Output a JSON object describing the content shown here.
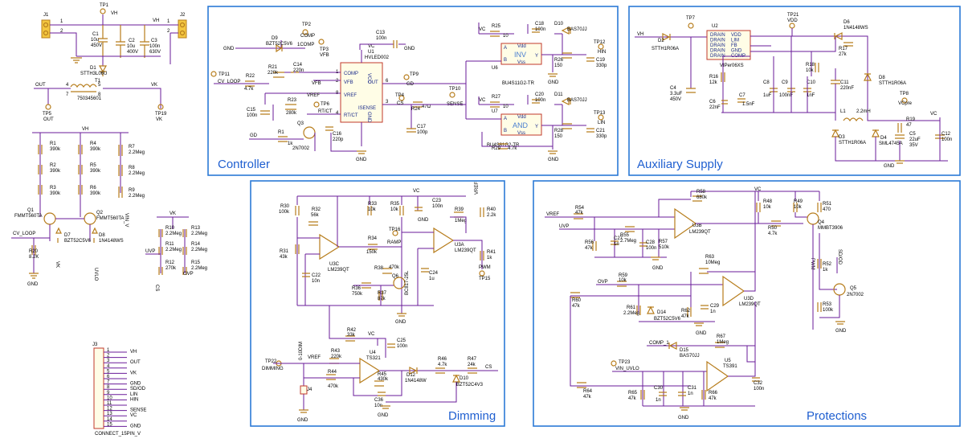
{
  "blocks": {
    "controller": "Controller",
    "auxiliary": "Auxiliary Supply",
    "dimming": "Dimming",
    "protections": "Protections"
  },
  "input_stage": {
    "tp1": "TP1",
    "vh": "VH",
    "j1": "J1",
    "j2": "J2",
    "pin1": "1",
    "pin2": "2",
    "c1": "C1",
    "c1_val": "10u",
    "c1_v": "450V",
    "c2": "C2",
    "c2_val": "10u",
    "c2_v": "400V",
    "c3": "C3",
    "c3_val": "100n",
    "c3_v": "630V",
    "d1": "D1",
    "d1_part": "STTH3L06U",
    "t1": "T1",
    "t1_part": "750345601",
    "out": "OUT",
    "vk": "VK",
    "tp5": "TP5",
    "tp19": "TP19",
    "p4": "4",
    "p7": "7",
    "p5": "5",
    "p8": "8"
  },
  "cv_stage": {
    "vh": "VH",
    "r1": "R1",
    "r1v": "390k",
    "r2": "R2",
    "r2v": "390k",
    "r3": "R3",
    "r3v": "390k",
    "r4": "R4",
    "r4v": "390k",
    "r5": "R5",
    "r5v": "390k",
    "r6": "R6",
    "r6v": "390k",
    "r7": "R7",
    "r7v": "2.2Meg",
    "r8": "R8",
    "r8v": "2.2Meg",
    "r9": "R9",
    "r9v": "2.2Meg",
    "q1": "Q1",
    "q1p": "FMMT560TA",
    "q2": "Q2",
    "q2p": "FMMT560TA",
    "d7": "D7",
    "d7p": "BZT52C5V6",
    "d8": "D8",
    "d8p": "1N4148WS",
    "cv_loop": "CV_LOOP",
    "r20": "R20",
    "r20v": "8.2K",
    "gnd": "GND",
    "vk_lbl": "VK",
    "vk2": "VK",
    "vin_v": "VIN_V",
    "uvlo": "UVLO",
    "r10": "R10",
    "r10v": "2.2Meg",
    "r11": "R11",
    "r11v": "2.2Meg",
    "r12": "R12",
    "r12v": "270k",
    "r13": "R13",
    "r13v": "2.2Meg",
    "r14": "R14",
    "r14v": "2.2Meg",
    "r15": "R15",
    "r15v": "2.2Meg",
    "uvp": "UVP",
    "cs": "CS",
    "ovp": "OVP"
  },
  "connector": {
    "j3": "J3",
    "part": "CONNECT_15PIN_V",
    "pins": [
      "1",
      "2",
      "3",
      "4",
      "5",
      "6",
      "7",
      "8",
      "9",
      "10",
      "11",
      "12",
      "13",
      "14",
      "15"
    ],
    "nets": [
      "VH",
      "",
      "OUT",
      "",
      "VK",
      "",
      "GND",
      "SD/OD",
      "LIN",
      "HIN",
      "",
      "SENSE",
      "VC",
      "",
      "GND"
    ]
  },
  "controller": {
    "gnd": "GND",
    "d9": "D9",
    "d9p": "BZT52C5V6",
    "comp1": "1COMP",
    "tp2": "TP2",
    "comp": "COMP",
    "tp3": "TP3",
    "vfb": "VFB",
    "c13": "C13",
    "c13v": "100n",
    "vc": "VC",
    "gnd2": "GND",
    "u1": "U1",
    "u1p": "HVLED002",
    "tp11": "TP11",
    "cv_loop": "CV_LOOP",
    "r22": "R22",
    "r22v": "4.7k",
    "r21": "R21",
    "r21v": "220k",
    "c14": "C14",
    "c14v": "220n",
    "vfb2": "VFB",
    "comp_pin": "COMP",
    "vfb_pin": "VFB",
    "vcc": "VCC",
    "out": "OUT",
    "vref": "VREF",
    "vref_pin": "VREF",
    "rtct_pin": "RT/CT",
    "isense": "ISENSE",
    "gnd_pin": "GND",
    "p1": "1",
    "p2": "2",
    "p7": "7",
    "p8": "8",
    "p6": "6",
    "p4": "4",
    "p3": "3",
    "p5": "5",
    "c15": "C15",
    "c15v": "100n",
    "r23": "R23",
    "r23v": "280k",
    "tp6": "TP6",
    "rt_ct": "RT/CT",
    "q3": "Q3",
    "q3p": "2N7002",
    "c16": "C16",
    "c16v": "220p",
    "gd": "GD",
    "r1": "R1",
    "r1v": "1k",
    "tp9": "TP9",
    "gd2": "GD",
    "tp4": "TP4",
    "cs": "CS",
    "r24": "R24",
    "r24v": "47Ω",
    "tp10": "TP10",
    "sense": "SENSE",
    "c17": "C17",
    "c17v": "100p",
    "vc_a": "VC",
    "r25": "R25",
    "r25v": "10",
    "c18": "C18",
    "c18v": "100n",
    "d10": "D10",
    "d10p": "BAS70JJ",
    "tp12": "TP12",
    "hin": "HIN",
    "u6": "U6",
    "u6p": "BU4S11G2-TR",
    "inv": "INV",
    "vdd": "Vdd",
    "vss": "Vss",
    "pa": "A",
    "pb": "B",
    "py": "Y",
    "r26": "R26",
    "r26v": "150",
    "c19": "C19",
    "c19v": "330p",
    "vc_b": "VC",
    "r27": "R27",
    "r27v": "10",
    "c20": "C20",
    "c20v": "100n",
    "d11": "D11",
    "d11p": "BAS70JJ",
    "tp13": "TP13",
    "lin": "LIN",
    "u7": "U7",
    "u7p": "BU4S81G2-TR",
    "and": "AND",
    "vdd2": "Vdd",
    "vss2": "Vss",
    "r28": "R28",
    "r28v": "150",
    "c21": "C21",
    "c21v": "330p",
    "r29": "R29",
    "r29v": "4.7k",
    "gnd3": "GND"
  },
  "aux": {
    "vh": "VH",
    "tp7": "TP7",
    "d2": "D2",
    "d2p": "STTH1R06A",
    "tp21": "TP21",
    "vdd": "VDD",
    "d6": "D6",
    "d6p": "1N4148WS",
    "u2": "U2",
    "u2p": "VIPer06XS",
    "drain_pins": [
      "DRAIN",
      "DRAIN",
      "DRAIN",
      "DRAIN",
      "DRAIN"
    ],
    "right_pins": [
      "VDD",
      "LIM",
      "FB",
      "GND",
      "COMP"
    ],
    "r17": "R17",
    "r17v": "27k",
    "r18": "R18",
    "r18v": "10k",
    "c4": "C4",
    "c4v": "3.3uF",
    "c4vv": "450V",
    "r16": "R16",
    "r16v": "12k",
    "c6": "C6",
    "c6v": "22nF",
    "c7": "C7",
    "c7v": "1.5nF",
    "c8": "C8",
    "c8v": "1uF",
    "c9": "C9",
    "c9v": "100nF",
    "c10": "C10",
    "c10v": "1nF",
    "c11": "C11",
    "c11v": "220nF",
    "d8": "D8",
    "d8p": "STTH1R06A",
    "l1": "L1",
    "l1v": "2.2mH",
    "tp8": "TP8",
    "vcpre": "VCpre",
    "d3": "D3",
    "d3p": "STTH1R06A",
    "d4": "D4",
    "d4p": "SML4745A",
    "r19": "R19",
    "r19v": "47",
    "vc": "VC",
    "c5": "C5",
    "c5v": "22uF",
    "c5vv": "35V",
    "c12": "C12",
    "c12v": "100n",
    "gnd": "GND"
  },
  "dimming": {
    "vc": "VC",
    "r30": "R30",
    "r30v": "100k",
    "r32": "R32",
    "r32v": "56k",
    "r33": "R33",
    "r33v": "10k",
    "r35": "R35",
    "r35v": "10k",
    "c23": "C23",
    "c23v": "100n",
    "vref": "VREF",
    "r39": "R39",
    "r39v": "1Meg",
    "r40": "R40",
    "r40v": "2.2k",
    "u3c": "U3C",
    "u3cp": "LM239QT",
    "r34": "R34",
    "r34v": "150k",
    "tp16": "TP16",
    "ramp": "RAMP",
    "u3a": "U3A",
    "u3ap": "LM239QT",
    "r41": "R41",
    "r41v": "1k",
    "pwm": "PWM",
    "tp15": "TP15",
    "r31": "R31",
    "r31v": "43k",
    "c22": "C22",
    "c22v": "10n",
    "r38": "R38",
    "r38v": "470k",
    "q6": "Q6",
    "q6p": "BC817-25L",
    "c24": "C24",
    "c24v": "1u",
    "r36": "R36",
    "r36v": "750k",
    "r37": "R37",
    "r37v": "82k",
    "gnd": "GND",
    "r42": "R42",
    "r42v": "33k",
    "vc2": "VC",
    "c25": "C25",
    "c25v": "100n",
    "tp22": "TP22",
    "dimming": "DIMMING",
    "range": "0-10DIM",
    "vref2": "VREF",
    "r43": "R43",
    "r43v": "220k",
    "u4": "U4",
    "u4p": "TS321",
    "r46": "R46",
    "r46v": "4.7k",
    "r47": "R47",
    "r47v": "24k",
    "cs": "CS",
    "r44": "R44",
    "r44v": "470k",
    "j4": "J4",
    "r45": "R45",
    "r45v": "430k",
    "d12": "D12",
    "d12p": "1N4148W",
    "d10": "D10",
    "d10p": "BZT52C4V3",
    "c36": "C36",
    "c36v": "10n",
    "gnd2": "GND",
    "pins": [
      "5",
      "4",
      "14",
      "3",
      "12",
      "7",
      "6",
      "1",
      "2",
      "3",
      "1"
    ]
  },
  "protections": {
    "vref": "VREF",
    "r54": "R54",
    "r54v": "47k",
    "r58": "R58",
    "r58v": "680k",
    "vc": "VC",
    "r48": "R48",
    "r48v": "10k",
    "r49": "R49",
    "r49v": "10k",
    "r51": "R51",
    "r51v": "470",
    "uvp": "UVP",
    "r55": "R55",
    "r55v": "2.7Meg",
    "u3b": "U3B",
    "u3bp": "LM239QT",
    "r50": "R50",
    "r50v": "4.7k",
    "q4": "Q4",
    "q4p": "MMBT3906",
    "r56": "R56",
    "r56v": "47k",
    "c27": "C27",
    "c27v": "1n",
    "c28": "C28",
    "c28v": "100n",
    "r57": "R57",
    "r57v": "510k",
    "gnd": "GND",
    "r63": "R63",
    "r63v": "10Meg",
    "pwm": "PWM",
    "r52": "R52",
    "r52v": "1k",
    "sdod": "SD/OD",
    "ovp": "OVP",
    "r59": "R59",
    "r59v": "10k",
    "u3d": "U3D",
    "u3dp": "LM239QT",
    "q5": "Q5",
    "q5p": "2N7002",
    "r60": "R60",
    "r60v": "47k",
    "r61": "R61",
    "r61v": "2.2Meg",
    "d14": "D14",
    "d14p": "BZT52C5V6",
    "r62": "R62",
    "r62v": "47k",
    "c29": "C29",
    "c29v": "1n",
    "r53": "R53",
    "r53v": "100k",
    "comp1": "COMP_1",
    "d15": "D15",
    "d15p": "BAS70JJ",
    "r67": "R67",
    "r67v": "1Meg",
    "tp23": "TP23",
    "vin_uvlo": "VIN_UVLO",
    "u5": "U5",
    "u5p": "TS391",
    "r64": "R64",
    "r64v": "47k",
    "r65": "R65",
    "r65v": "47k",
    "c30": "C30",
    "c30v": "1n",
    "c31": "C31",
    "c31v": "1n",
    "r66": "R66",
    "r66v": "47k",
    "c32": "C32",
    "c32v": "100n",
    "pins": [
      "6",
      "5",
      "15",
      "1",
      "11",
      "10",
      "13",
      "12",
      "3",
      "4",
      "1"
    ]
  }
}
